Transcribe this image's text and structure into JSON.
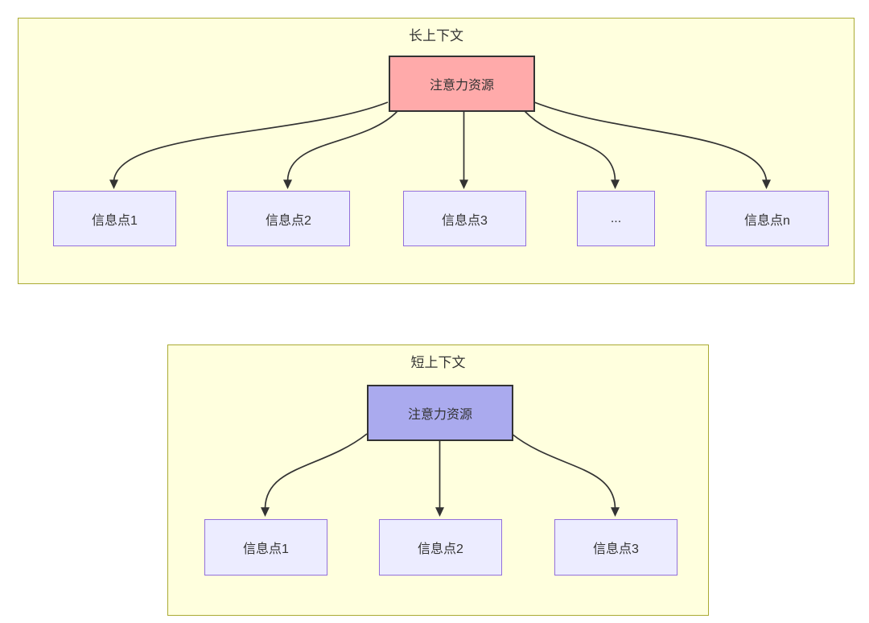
{
  "long_context": {
    "title": "长上下文",
    "attention": {
      "label": "注意力资源"
    },
    "children": [
      {
        "label": "信息点1"
      },
      {
        "label": "信息点2"
      },
      {
        "label": "信息点3"
      },
      {
        "label": "..."
      },
      {
        "label": "信息点n"
      }
    ]
  },
  "short_context": {
    "title": "短上下文",
    "attention": {
      "label": "注意力资源"
    },
    "children": [
      {
        "label": "信息点1"
      },
      {
        "label": "信息点2"
      },
      {
        "label": "信息点3"
      }
    ]
  },
  "colors": {
    "cluster_fill": "#ffffde",
    "cluster_border": "#aaaa33",
    "node_fill": "#ececff",
    "node_border": "#9370db",
    "attention_long_fill": "#ffaaaa",
    "attention_short_fill": "#aaaaee",
    "attention_border": "#333333",
    "edge": "#333333",
    "text": "#333333"
  }
}
